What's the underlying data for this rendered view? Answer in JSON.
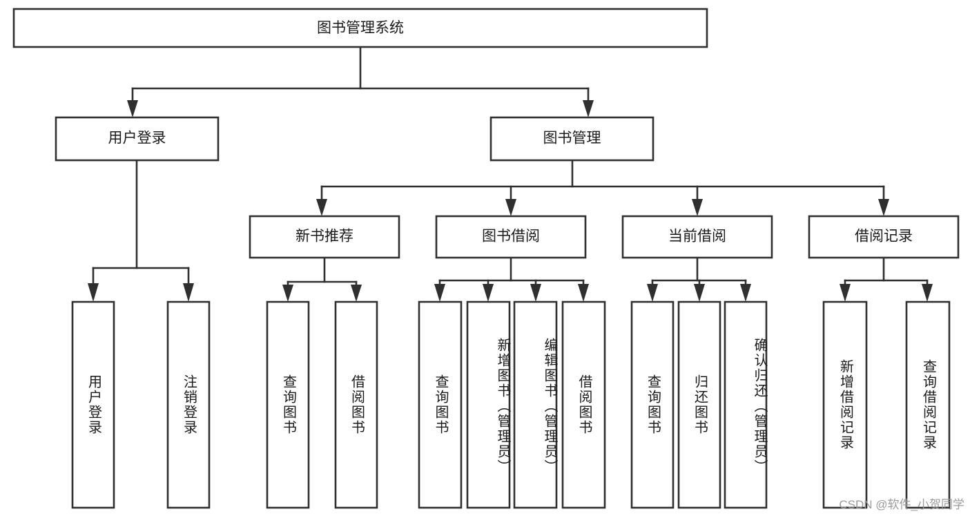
{
  "diagram": {
    "title": "图书管理系统",
    "type": "hierarchy-tree",
    "root": {
      "id": "root",
      "label": "图书管理系统"
    },
    "level1": [
      {
        "id": "user-login",
        "label": "用户登录"
      },
      {
        "id": "book-management",
        "label": "图书管理"
      }
    ],
    "level2": [
      {
        "id": "new-book-recommend",
        "label": "新书推荐",
        "parent": "book-management"
      },
      {
        "id": "book-borrow",
        "label": "图书借阅",
        "parent": "book-management"
      },
      {
        "id": "current-borrow",
        "label": "当前借阅",
        "parent": "book-management"
      },
      {
        "id": "borrow-record",
        "label": "借阅记录",
        "parent": "book-management"
      }
    ],
    "leaves": [
      {
        "id": "leaf-user-login",
        "label": "用户登录",
        "parent": "user-login"
      },
      {
        "id": "leaf-logout-login",
        "label": "注销登录",
        "parent": "user-login"
      },
      {
        "id": "leaf-query-book-1",
        "label": "查询图书",
        "parent": "new-book-recommend"
      },
      {
        "id": "leaf-borrow-book-1",
        "label": "借阅图书",
        "parent": "new-book-recommend"
      },
      {
        "id": "leaf-query-book-2",
        "label": "查询图书",
        "parent": "book-borrow"
      },
      {
        "id": "leaf-add-book",
        "label": "新增图书（管理员）",
        "parent": "book-borrow"
      },
      {
        "id": "leaf-edit-book",
        "label": "编辑图书（管理员）",
        "parent": "book-borrow"
      },
      {
        "id": "leaf-borrow-book-2",
        "label": "借阅图书",
        "parent": "book-borrow"
      },
      {
        "id": "leaf-query-book-3",
        "label": "查询图书",
        "parent": "current-borrow"
      },
      {
        "id": "leaf-return-book",
        "label": "归还图书",
        "parent": "current-borrow"
      },
      {
        "id": "leaf-confirm-return",
        "label": "确认归还（管理员）",
        "parent": "current-borrow"
      },
      {
        "id": "leaf-add-record",
        "label": "新增借阅记录",
        "parent": "borrow-record"
      },
      {
        "id": "leaf-query-record",
        "label": "查询借阅记录",
        "parent": "borrow-record"
      }
    ],
    "watermark": "CSDN @软件_小贺同学",
    "colors": {
      "stroke": "#2f2f2f",
      "fill": "#ffffff",
      "text": "#1a1a1a",
      "watermark": "#9b9b9b"
    }
  }
}
